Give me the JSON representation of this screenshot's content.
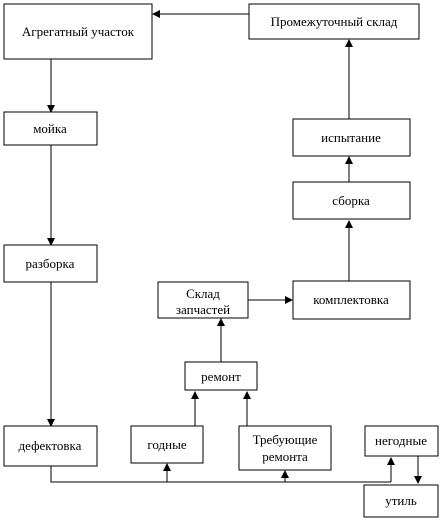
{
  "nodes": {
    "agregatny": "Агрегатный участок",
    "promezhutochny": "Промежуточный склад",
    "moyka": "мойка",
    "ispytanie": "испытание",
    "sborka": "сборка",
    "razborka": "разборка",
    "sklad_line1": "Склад",
    "sklad_line2": "запчастей",
    "komplektovka": "комплектовка",
    "remont": "ремонт",
    "defektovka": "дефектовка",
    "godnye": "годные",
    "trebuyuschie_line1": "Требующие",
    "trebuyuschie_line2": "ремонта",
    "negodnye": "негодные",
    "util": "утиль"
  }
}
